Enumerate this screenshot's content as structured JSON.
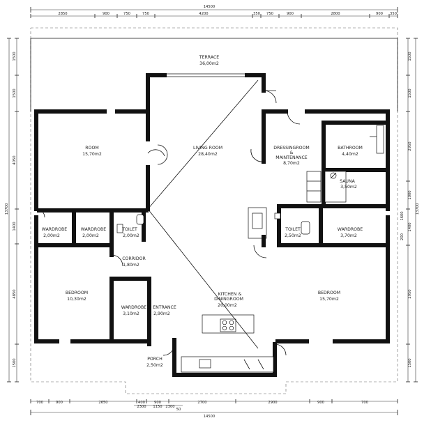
{
  "rooms": {
    "terrace": {
      "name": "TERRACE",
      "area": "36,00m2"
    },
    "room": {
      "name": "ROOM",
      "area": "15,70m2"
    },
    "living_room": {
      "name": "LIVING ROOM",
      "area": "28,40m2"
    },
    "dressingroom": {
      "name": "DRESSINGROOM",
      "name2": "&",
      "name3": "MAINTENANCE",
      "area": "8,70m2"
    },
    "bathroom": {
      "name": "BATHROOM",
      "area": "4,40m2"
    },
    "sauna": {
      "name": "SAUNA",
      "area": "3,50m2"
    },
    "wardrobe_left": {
      "name": "WARDROBE",
      "area": "2,00m2"
    },
    "wardrobe_mid": {
      "name": "WARDROBE",
      "area": "2,00m2"
    },
    "toilet_left": {
      "name": "TOILET",
      "area": "2,00m2"
    },
    "toilet_right": {
      "name": "TOILET",
      "area": "2,50m2"
    },
    "wardrobe_right": {
      "name": "WARDROBE",
      "area": "3,70m2"
    },
    "corridor": {
      "name": "CORRIDOR",
      "area": "1,80m2"
    },
    "bedroom_left": {
      "name": "BEDROOM",
      "area": "10,30m2"
    },
    "bedroom_right": {
      "name": "BEDROOM",
      "area": "15,70m2"
    },
    "wardrobe_entry": {
      "name": "WARDROBE",
      "area": "3,10m2"
    },
    "entrance": {
      "name": "ENTRANCE",
      "area": "2,90m2"
    },
    "kitchen": {
      "name": "KITCHEN",
      "name2": "&",
      "name3": "DININGROOM",
      "area": "20,00m2"
    },
    "porch": {
      "name": "PORCH",
      "area": "2,50m2"
    }
  },
  "dimensions": {
    "top_total": "14500",
    "top_segments": [
      "2850",
      "900",
      "750",
      "750",
      "4200",
      "350",
      "750",
      "900",
      "2800",
      "900",
      "350"
    ],
    "bottom_total": "14500",
    "bottom_segments": [
      "700",
      "900",
      "2650",
      "400",
      "900",
      "2700",
      "2900",
      "900",
      "700"
    ],
    "bottom_small": [
      "2300",
      "1150",
      "2300",
      "50"
    ],
    "left_total": "13700",
    "left_segments": [
      "1500",
      "1500",
      "4050",
      "1400",
      "4850",
      "1500"
    ],
    "right_total": "13700",
    "right_segments": [
      "1500",
      "1500",
      "2950",
      "1000",
      "1400",
      "2950",
      "1500"
    ],
    "right_small": [
      "1600",
      "200"
    ]
  }
}
